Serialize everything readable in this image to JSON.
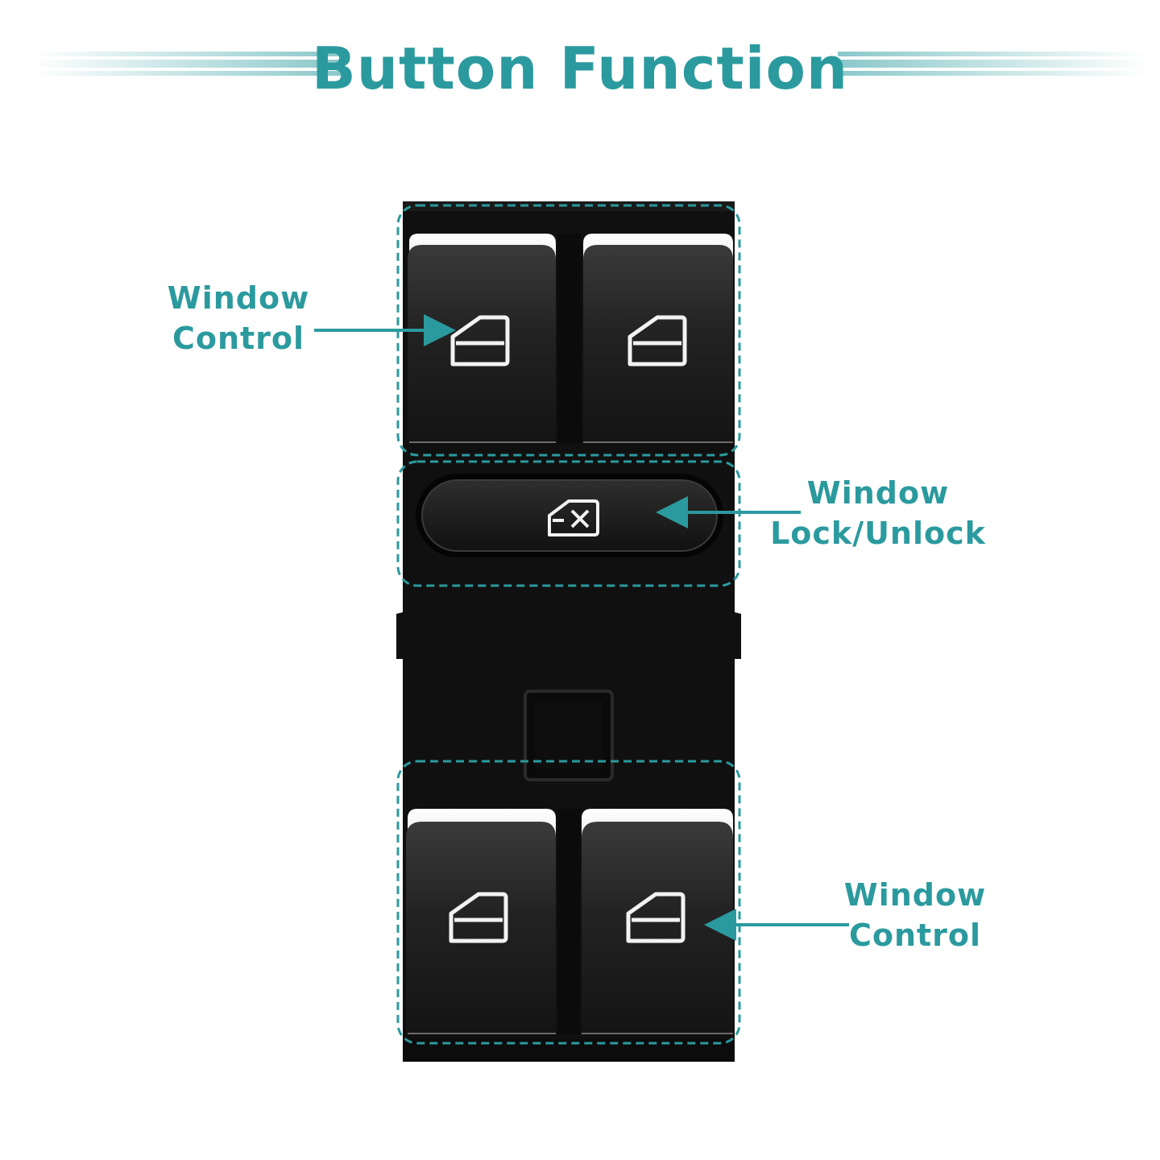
{
  "title": "Button Function",
  "colors": {
    "accent": "#2b9a9e",
    "panel": "#111111",
    "button": "#1f1f1f",
    "chrome": "#e6e6e6"
  },
  "callouts": {
    "top_left": {
      "line1": "Window",
      "line2": "Control"
    },
    "middle_right": {
      "line1": "Window",
      "line2": "Lock/Unlock"
    },
    "bottom_right": {
      "line1": "Window",
      "line2": "Control"
    }
  },
  "icons": {
    "window_button": "window-control-icon",
    "lock_button": "window-lock-icon",
    "pointer": "arrow-icon"
  }
}
